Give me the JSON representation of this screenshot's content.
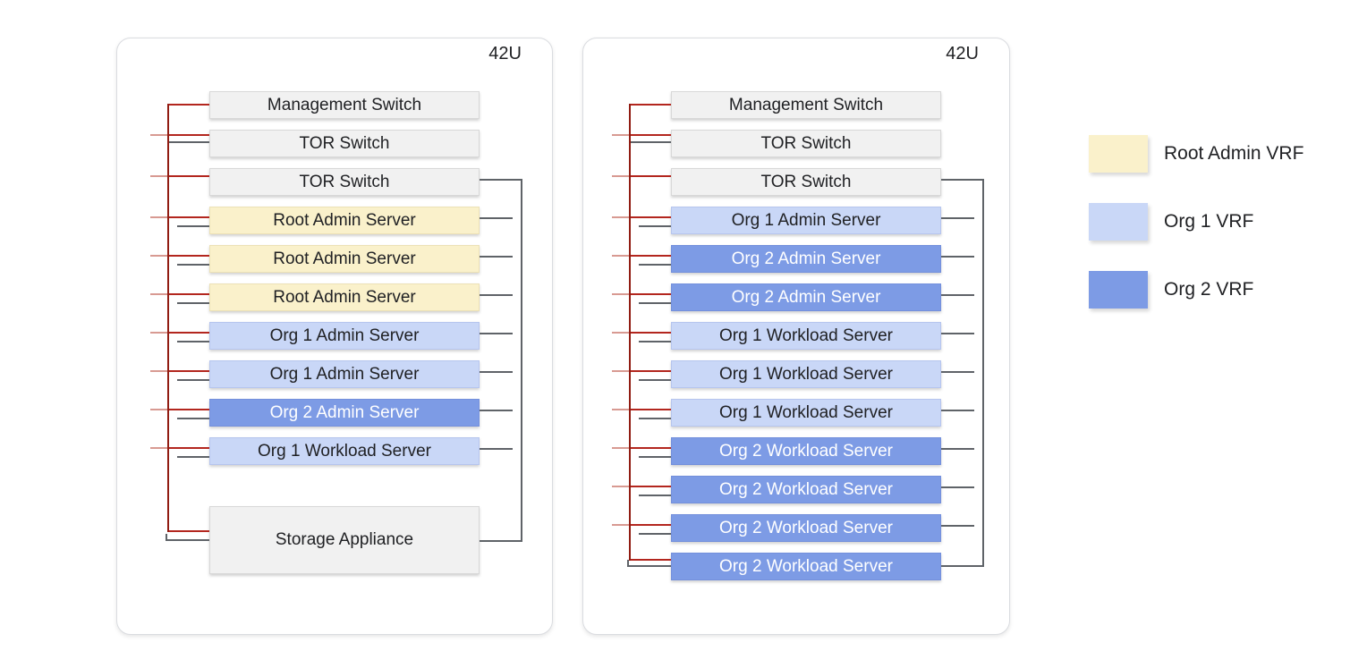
{
  "racks": [
    {
      "id": "rack-1",
      "capacity_label": "42U",
      "units": [
        {
          "label": "Management Switch",
          "vrf": "none",
          "lines": {
            "red": "corner-top",
            "gray_left": "none",
            "right": "none"
          }
        },
        {
          "label": "TOR Switch",
          "vrf": "none",
          "lines": {
            "red": "stub",
            "gray_left": "bus-stub",
            "right": "none"
          }
        },
        {
          "label": "TOR Switch",
          "vrf": "none",
          "lines": {
            "red": "stub",
            "gray_left": "none",
            "right": "bus-top"
          }
        },
        {
          "label": "Root Admin Server",
          "vrf": "root-admin",
          "lines": {
            "red": "stub",
            "gray_left": "stub",
            "right": "stub"
          }
        },
        {
          "label": "Root Admin Server",
          "vrf": "root-admin",
          "lines": {
            "red": "stub",
            "gray_left": "stub",
            "right": "stub"
          }
        },
        {
          "label": "Root Admin Server",
          "vrf": "root-admin",
          "lines": {
            "red": "stub",
            "gray_left": "stub",
            "right": "stub"
          }
        },
        {
          "label": "Org 1 Admin Server",
          "vrf": "org1",
          "lines": {
            "red": "stub",
            "gray_left": "stub",
            "right": "stub"
          }
        },
        {
          "label": "Org 1 Admin Server",
          "vrf": "org1",
          "lines": {
            "red": "stub",
            "gray_left": "stub",
            "right": "stub"
          }
        },
        {
          "label": "Org 2 Admin Server",
          "vrf": "org2",
          "lines": {
            "red": "stub",
            "gray_left": "stub",
            "right": "stub"
          }
        },
        {
          "label": "Org 1 Workload Server",
          "vrf": "org1",
          "lines": {
            "red": "stub",
            "gray_left": "stub",
            "right": "stub"
          }
        },
        {
          "label": "Storage Appliance",
          "vrf": "none",
          "tall": true,
          "lines": {
            "red": "corner-bottom",
            "gray_left": "corner",
            "right": "bus-bottom"
          }
        }
      ]
    },
    {
      "id": "rack-2",
      "capacity_label": "42U",
      "units": [
        {
          "label": "Management Switch",
          "vrf": "none",
          "lines": {
            "red": "corner-top",
            "gray_left": "none",
            "right": "none"
          }
        },
        {
          "label": "TOR Switch",
          "vrf": "none",
          "lines": {
            "red": "stub",
            "gray_left": "bus-stub",
            "right": "none"
          }
        },
        {
          "label": "TOR Switch",
          "vrf": "none",
          "lines": {
            "red": "stub",
            "gray_left": "none",
            "right": "bus-top"
          }
        },
        {
          "label": "Org 1 Admin Server",
          "vrf": "org1",
          "lines": {
            "red": "stub",
            "gray_left": "stub",
            "right": "stub"
          }
        },
        {
          "label": "Org 2 Admin Server",
          "vrf": "org2",
          "lines": {
            "red": "stub",
            "gray_left": "stub",
            "right": "stub"
          }
        },
        {
          "label": "Org 2 Admin Server",
          "vrf": "org2",
          "lines": {
            "red": "stub",
            "gray_left": "stub",
            "right": "stub"
          }
        },
        {
          "label": "Org 1 Workload Server",
          "vrf": "org1",
          "lines": {
            "red": "stub",
            "gray_left": "stub",
            "right": "stub"
          }
        },
        {
          "label": "Org 1 Workload Server",
          "vrf": "org1",
          "lines": {
            "red": "stub",
            "gray_left": "stub",
            "right": "stub"
          }
        },
        {
          "label": "Org 1 Workload Server",
          "vrf": "org1",
          "lines": {
            "red": "stub",
            "gray_left": "stub",
            "right": "stub"
          }
        },
        {
          "label": "Org 2 Workload Server",
          "vrf": "org2",
          "lines": {
            "red": "stub",
            "gray_left": "stub",
            "right": "stub"
          }
        },
        {
          "label": "Org 2 Workload Server",
          "vrf": "org2",
          "lines": {
            "red": "stub",
            "gray_left": "stub",
            "right": "stub"
          }
        },
        {
          "label": "Org 2 Workload Server",
          "vrf": "org2",
          "lines": {
            "red": "stub",
            "gray_left": "stub",
            "right": "stub"
          }
        },
        {
          "label": "Org 2 Workload Server",
          "vrf": "org2",
          "lines": {
            "red": "corner-bottom",
            "gray_left": "corner",
            "right": "bus-bottom"
          }
        }
      ]
    }
  ],
  "legend": {
    "items": [
      {
        "label": "Root Admin VRF",
        "vrf": "root-admin"
      },
      {
        "label": "Org 1 VRF",
        "vrf": "org1"
      },
      {
        "label": "Org 2 VRF",
        "vrf": "org2"
      }
    ]
  },
  "colors": {
    "root_admin_vrf": "#faf1cb",
    "org1_vrf": "#c9d7f7",
    "org2_vrf": "#7d9be5",
    "switch_gray": "#f1f1f1",
    "management_line_red": "#b3261e",
    "data_line_gray": "#5f6368"
  }
}
